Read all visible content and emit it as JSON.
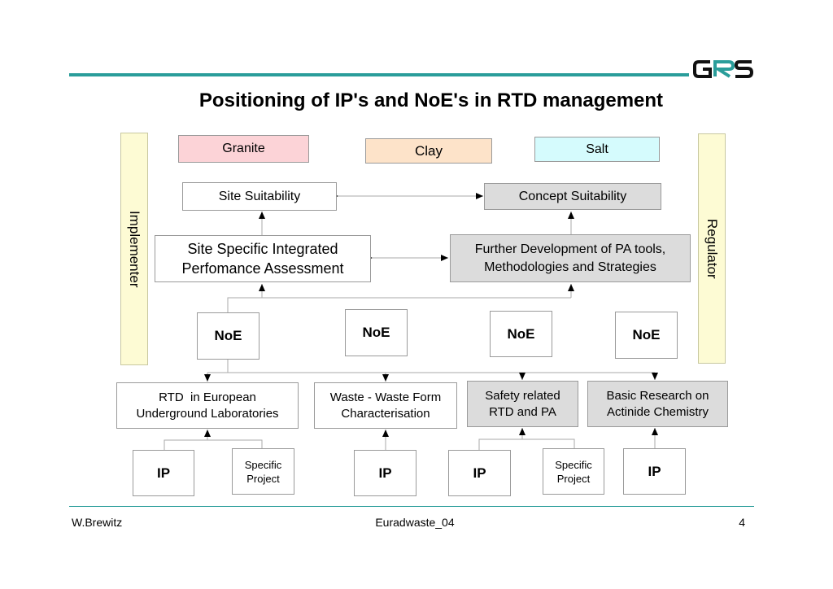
{
  "logo": {
    "text": "GRS"
  },
  "title": "Positioning of IP's and NoE's in RTD management",
  "side": {
    "left": "Implementer",
    "right": "Regulator"
  },
  "rock_types": {
    "granite": "Granite",
    "clay": "Clay",
    "salt": "Salt"
  },
  "boxes": {
    "site_suitability": "Site Suitability",
    "concept_suitability": "Concept Suitability",
    "site_specific_1": "Site Specific Integrated",
    "site_specific_2": "Perfomance Assessment",
    "further_dev_1": "Further Development of PA tools,",
    "further_dev_2": "Methodologies and Strategies"
  },
  "noe": [
    "NoE",
    "NoE",
    "NoE",
    "NoE"
  ],
  "rtd": {
    "eu_labs_1": "RTD  in European",
    "eu_labs_2": "Underground Laboratories",
    "waste_1": "Waste - Waste Form",
    "waste_2": "Characterisation",
    "safety_1": "Safety related",
    "safety_2": "RTD and PA",
    "basic_1": "Basic Research on",
    "basic_2": "Actinide Chemistry"
  },
  "ip": [
    "IP",
    "IP",
    "IP",
    "IP"
  ],
  "specific": {
    "line1": "Specific",
    "line2": "Project"
  },
  "footer": {
    "author": "W.Brewitz",
    "event": "Euradwaste_04",
    "page": "4"
  },
  "colors": {
    "teal": "#2a9d9a",
    "granite": "#fcd3d7",
    "clay": "#fde3c9",
    "salt": "#d5fbfd",
    "side": "#fdfbd4",
    "gray_box": "#dcdcdc"
  }
}
